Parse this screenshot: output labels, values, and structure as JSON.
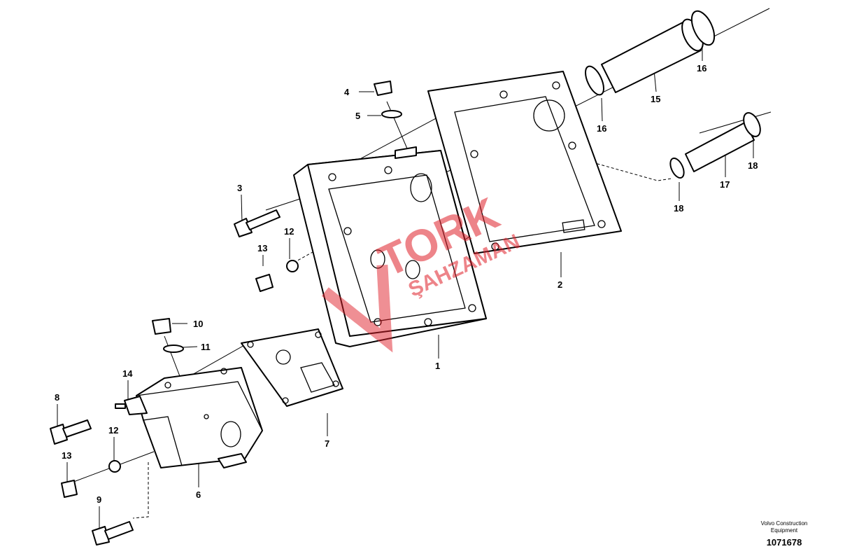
{
  "diagram": {
    "callouts": [
      "1",
      "2",
      "3",
      "4",
      "5",
      "6",
      "7",
      "8",
      "9",
      "10",
      "11",
      "12",
      "12",
      "13",
      "13",
      "14",
      "15",
      "16",
      "16",
      "17",
      "18",
      "18"
    ],
    "watermark": {
      "line1": "TORK",
      "line2": "ŞAHZAMAN"
    }
  },
  "footer": {
    "manufacturer": "Volvo Construction Equipment",
    "drawing_number": "1071678"
  }
}
